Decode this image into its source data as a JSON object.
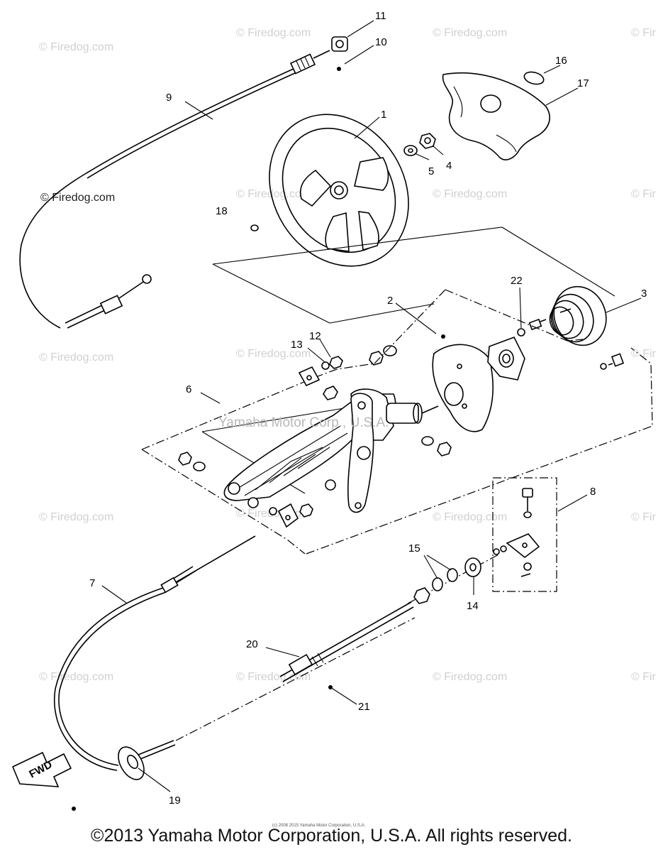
{
  "watermarks": {
    "firedog": "© Firedog.com",
    "firedog_clipped": "© Fir",
    "center": "Yamaha Motor Corp., U.S.A."
  },
  "callouts": [
    "1",
    "2",
    "3",
    "4",
    "5",
    "6",
    "7",
    "8",
    "9",
    "10",
    "11",
    "12",
    "13",
    "14",
    "15",
    "16",
    "17",
    "18",
    "19",
    "20",
    "21",
    "22"
  ],
  "fwd_label": "FWD",
  "tiny_note": "(c) 2008 2015 Yamaha Motor Corporation, U.S.A.",
  "footer": "©2013 Yamaha Motor Corporation, U.S.A. All rights reserved."
}
